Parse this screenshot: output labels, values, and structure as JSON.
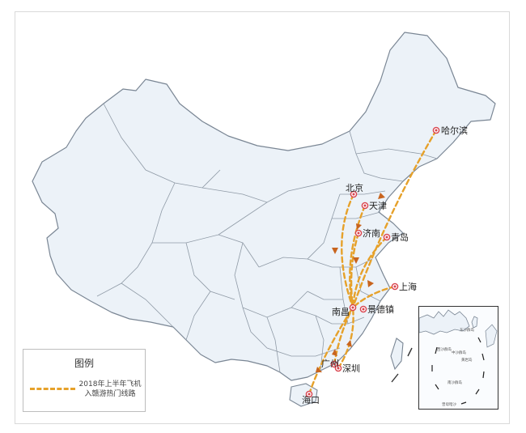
{
  "legend": {
    "title": "图例",
    "line_label": "2018年上半年飞机入赣游热门线路",
    "line_color": "#e6a12a"
  },
  "hub": "南昌",
  "cities": [
    {
      "name": "哈尔滨"
    },
    {
      "name": "北京"
    },
    {
      "name": "天津"
    },
    {
      "name": "济南"
    },
    {
      "name": "青岛"
    },
    {
      "name": "上海"
    },
    {
      "name": "景德镇"
    },
    {
      "name": "南昌"
    },
    {
      "name": "广州"
    },
    {
      "name": "深圳"
    },
    {
      "name": "海口"
    }
  ],
  "routes": [
    {
      "from": "哈尔滨",
      "to": "南昌"
    },
    {
      "from": "北京",
      "to": "南昌"
    },
    {
      "from": "天津",
      "to": "南昌"
    },
    {
      "from": "济南",
      "to": "南昌"
    },
    {
      "from": "青岛",
      "to": "南昌"
    },
    {
      "from": "上海",
      "to": "南昌"
    },
    {
      "from": "广州",
      "to": "南昌"
    },
    {
      "from": "深圳",
      "to": "南昌"
    },
    {
      "from": "海口",
      "to": "南昌"
    }
  ],
  "inset_labels": [
    "东沙群岛",
    "西沙群岛",
    "中沙群岛",
    "黄岩岛",
    "南沙群岛",
    "曾母暗沙"
  ],
  "colors": {
    "land": "#ecf2f8",
    "border": "#7a8694",
    "route": "#e6a12a",
    "arrow": "#c8641e",
    "city_dot": "#d9434d"
  }
}
